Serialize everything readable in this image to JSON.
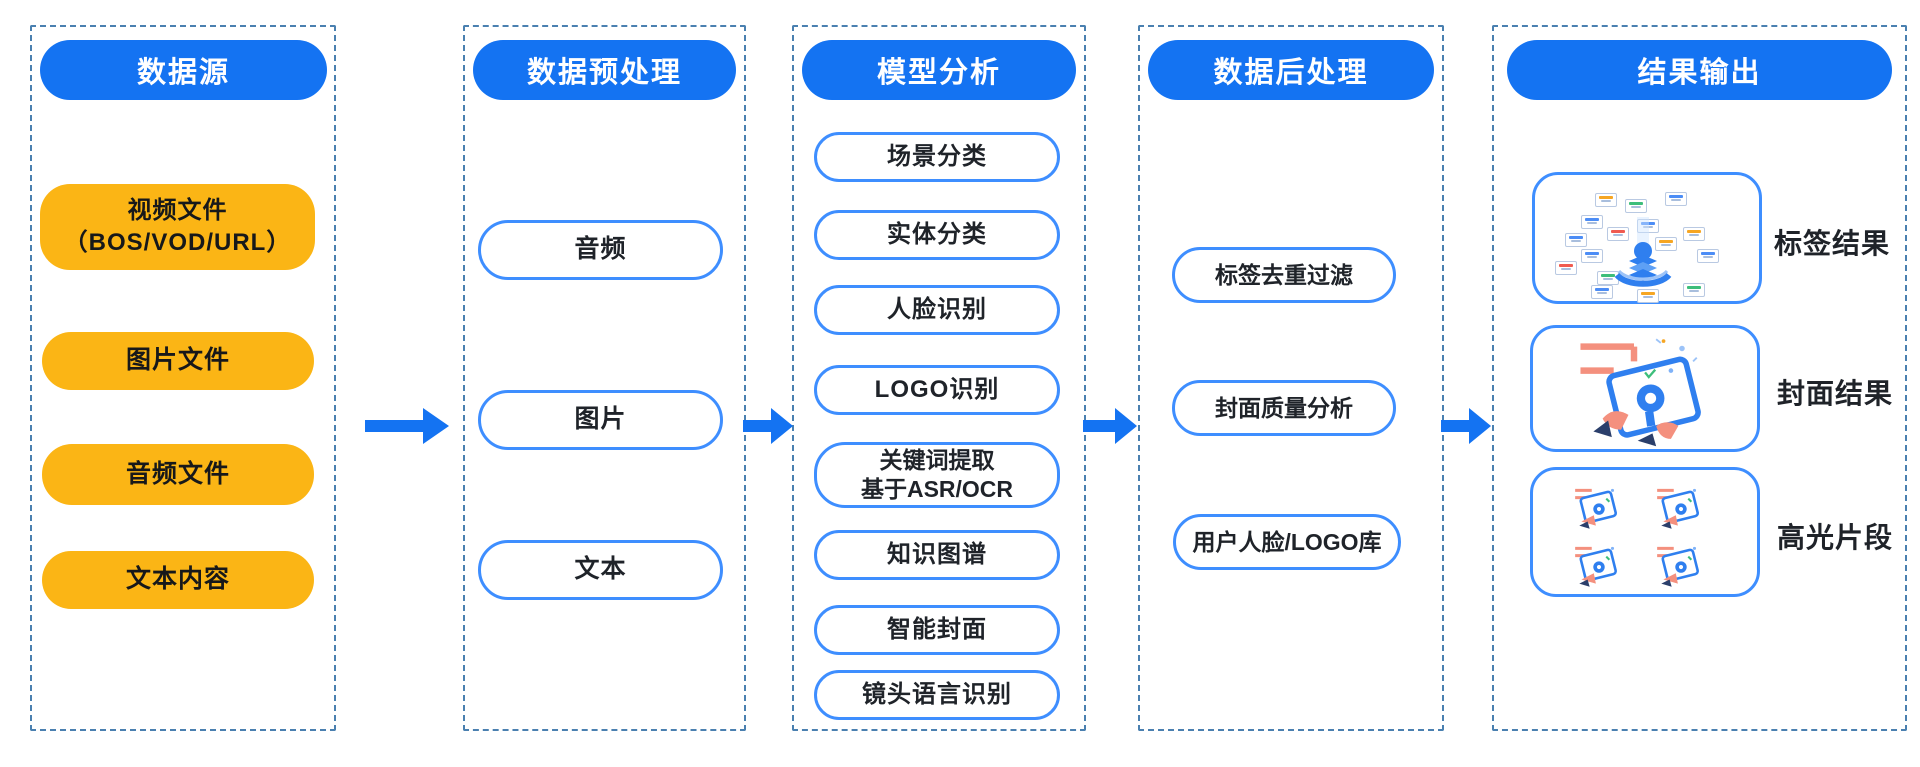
{
  "diagram": {
    "type": "pipeline-flowchart",
    "direction": "left-to-right",
    "colors": {
      "primary_blue": "#1473F2",
      "pill_border_blue": "#3E8EFF",
      "dashed_border_blue": "#4A80B0",
      "accent_yellow": "#FBB515",
      "text_dark": "#1F2329",
      "header_text": "#FFFFFF",
      "illustration_salmon": "#F4907E",
      "illustration_navy": "#2B3F6B",
      "illustration_green": "#3DBE7B"
    },
    "columns": [
      {
        "header": "数据源",
        "items": [
          {
            "label": "视频文件\n（BOS/VOD/URL）"
          },
          {
            "label": "图片文件"
          },
          {
            "label": "音频文件"
          },
          {
            "label": "文本内容"
          }
        ]
      },
      {
        "header": "数据预处理",
        "items": [
          {
            "label": "音频"
          },
          {
            "label": "图片"
          },
          {
            "label": "文本"
          }
        ]
      },
      {
        "header": "模型分析",
        "items": [
          {
            "label": "场景分类"
          },
          {
            "label": "实体分类"
          },
          {
            "label": "人脸识别"
          },
          {
            "label": "LOGO识别"
          },
          {
            "label": "关键词提取\n基于ASR/OCR"
          },
          {
            "label": "知识图谱"
          },
          {
            "label": "智能封面"
          },
          {
            "label": "镜头语言识别"
          }
        ]
      },
      {
        "header": "数据后处理",
        "items": [
          {
            "label": "标签去重过滤"
          },
          {
            "label": "封面质量分析"
          },
          {
            "label": "用户人脸/LOGO库"
          }
        ]
      },
      {
        "header": "结果输出",
        "items": [
          {
            "label": "标签结果",
            "illustration": "tags-cluster"
          },
          {
            "label": "封面结果",
            "illustration": "cover-picking"
          },
          {
            "label": "高光片段",
            "illustration": "highlight-grid"
          }
        ]
      }
    ]
  }
}
